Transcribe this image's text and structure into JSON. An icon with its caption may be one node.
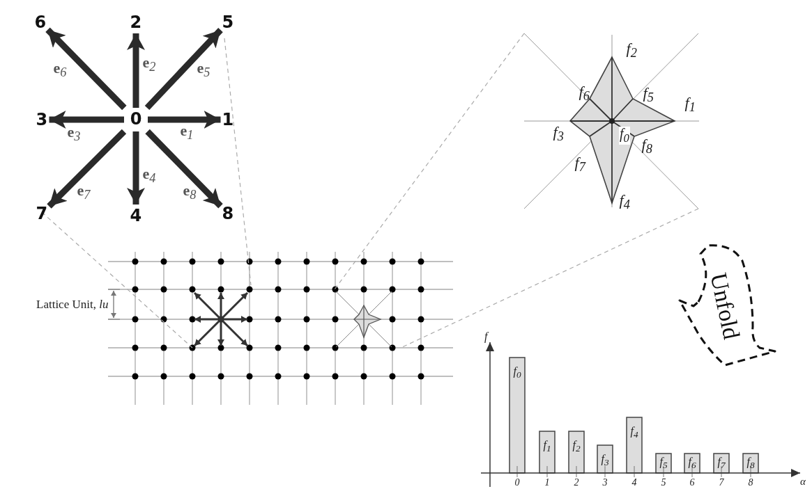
{
  "diagram": {
    "nodes": [
      {
        "text": [
          "0"
        ]
      },
      {
        "text": [
          "1"
        ]
      },
      {
        "text": [
          "2"
        ]
      },
      {
        "text": [
          "3"
        ]
      },
      {
        "text": [
          "4"
        ]
      },
      {
        "text": [
          "5"
        ]
      },
      {
        "text": [
          "6"
        ]
      },
      {
        "text": [
          "7"
        ]
      },
      {
        "text": [
          "8"
        ]
      }
    ],
    "edges": [
      {
        "from": 0,
        "to": 1,
        "arrow": "to",
        "label": "e$_{1}$"
      },
      {
        "from": 0,
        "to": 2,
        "arrow": "to",
        "label": "e$_{2}$"
      },
      {
        "from": 0,
        "to": 3,
        "arrow": "to",
        "label": "e$_{3}$"
      },
      {
        "from": 0,
        "to": 4,
        "arrow": "to",
        "label": "e$_{4}$"
      },
      {
        "from": 0,
        "to": 5,
        "arrow": "to",
        "label": "e$_{5}$"
      },
      {
        "from": 0,
        "to": 6,
        "arrow": "to",
        "label": "e$_{6}$"
      },
      {
        "from": 0,
        "to": 7,
        "arrow": "to",
        "label": "e$_{7}$"
      },
      {
        "from": 0,
        "to": 8,
        "arrow": "to",
        "label": "e$_{8}$"
      }
    ],
    "labels": [
      "f$_{2}$",
      "f$_{6}$",
      "f$_{5}$",
      "f$_{1}$",
      "f$_{3}$",
      "f$_{0}$",
      "f$_{7}$",
      "f$_{8}$",
      "f$_{4}$",
      "Lattice Unit, *lu*",
      "Unfold",
      "f",
      "f$_{0}$",
      "f$_{1}$",
      "f$_{2}$",
      "f$_{3}$",
      "f$_{4}$",
      "f$_{5}$",
      "f$_{6}$",
      "f$_{7}$",
      "f$_{8}$",
      "0",
      "1",
      "2",
      "3",
      "4",
      "5",
      "6",
      "7",
      "8",
      "α"
    ]
  }
}
